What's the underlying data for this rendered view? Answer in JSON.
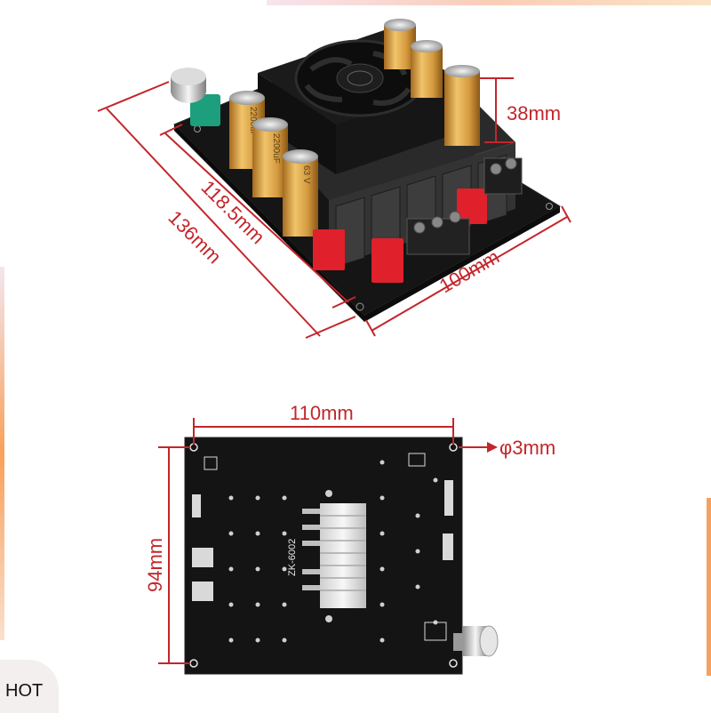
{
  "photo_description": "product-photo-amplifier-board",
  "dimensions": {
    "height": "38mm",
    "width_top": "100mm",
    "diagonal_inner": "118.5mm",
    "diagonal_outer": "136mm",
    "bottom_width": "110mm",
    "bottom_height": "94mm",
    "hole_diameter": "φ3mm"
  },
  "board": {
    "model_label": "ZK-6002",
    "capacitor_label": "2200uF",
    "capacitor_voltage": "63 V"
  },
  "badge": {
    "label": "HOT"
  },
  "colors": {
    "dimension_red": "#c3262b",
    "pcb_black": "#141414",
    "capacitor_gold": "#d9a04a",
    "terminal_red": "#e0202a"
  }
}
